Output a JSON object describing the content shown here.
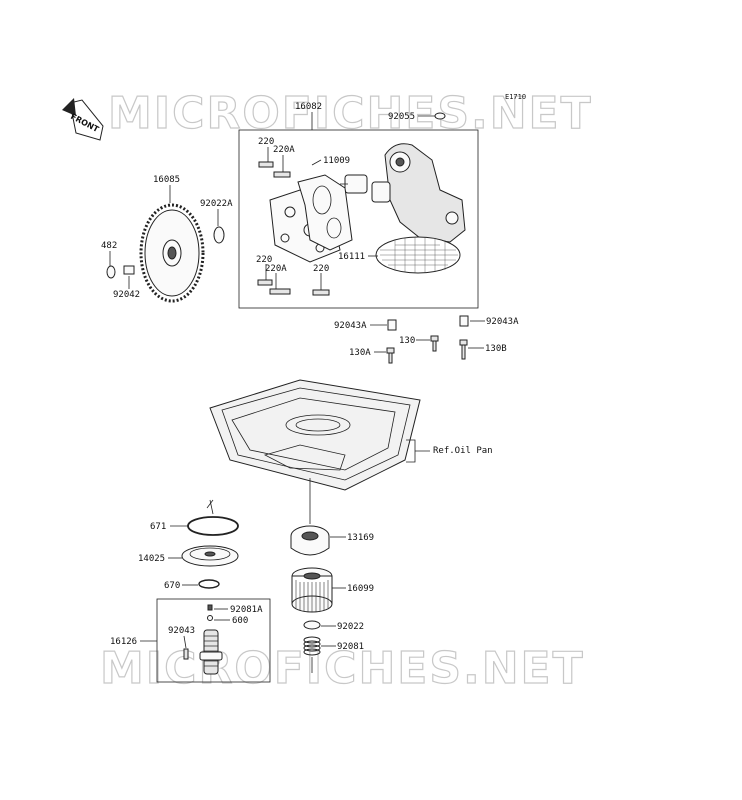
{
  "diagram": {
    "code": "E1710",
    "watermark": "MICROFICHES.NET",
    "front_label": "FRONT",
    "parts": {
      "p16082": "16082",
      "p92055": "92055",
      "p220a": "220",
      "p220Aa": "220A",
      "p11009": "11009",
      "p16085": "16085",
      "p92022A": "92022A",
      "p482": "482",
      "p92042": "92042",
      "p220b": "220",
      "p220Ab": "220A",
      "p220c": "220",
      "p16111": "16111",
      "p92043Aa": "92043A",
      "p92043Ab": "92043A",
      "p130": "130",
      "p130A": "130A",
      "p130B": "130B",
      "ref_oil_pan": "Ref.Oil Pan",
      "p671": "671",
      "p13169": "13169",
      "p14025": "14025",
      "p670": "670",
      "p16099": "16099",
      "p92081A": "92081A",
      "p600": "600",
      "p92043": "92043",
      "p16126": "16126",
      "p92022": "92022",
      "p92081": "92081"
    }
  }
}
